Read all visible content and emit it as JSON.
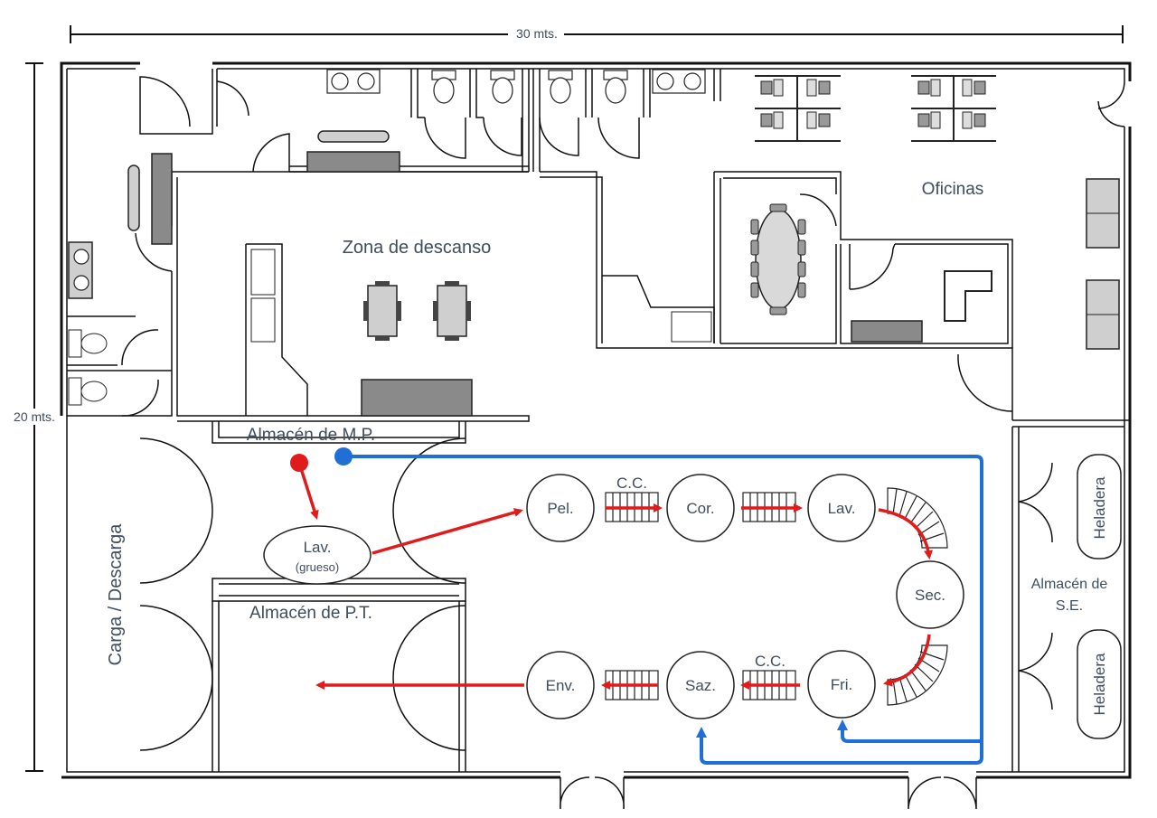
{
  "dimensions": {
    "width_label": "30 mts.",
    "height_label": "20 mts."
  },
  "rooms": {
    "rest_zone": "Zona de descanso",
    "offices": "Oficinas",
    "raw_storage": "Almacén de M.P.",
    "finished_storage": "Almacén de P.T.",
    "loading": "Carga / Descarga",
    "se_storage_line1": "Almacén de",
    "se_storage_line2": "S.E.",
    "fridge_top": "Heladera",
    "fridge_bottom": "Heladera"
  },
  "process": {
    "wash_coarse": {
      "label": "Lav.",
      "sub": "(grueso)"
    },
    "peel": "Pel.",
    "cut": "Cor.",
    "wash": "Lav.",
    "dry": "Sec.",
    "fry": "Fri.",
    "season": "Saz.",
    "pack": "Env.",
    "conveyor_top": "C.C.",
    "conveyor_bottom": "C.C."
  },
  "colors": {
    "product_flow": "#e01b1b",
    "supply_flow": "#1f6fd6",
    "text": "#3f4d5c"
  }
}
